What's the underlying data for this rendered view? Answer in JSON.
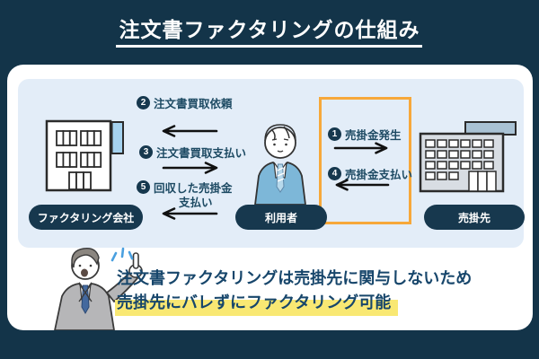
{
  "page": {
    "title": "注文書ファクタリングの仕組み"
  },
  "colors": {
    "background": "#133449",
    "card": "#ffffff",
    "diagram_panel": "#e3edf8",
    "entity_pill": "#17384e",
    "flow_label_text": "#1d4a63",
    "orange_box_border": "#f7a83a",
    "note_text": "#17466b",
    "highlight": "#f9e873"
  },
  "diagram": {
    "entities": {
      "factoring_company": {
        "label": "ファクタリング会社"
      },
      "user": {
        "label": "利用者"
      },
      "client": {
        "label": "売掛先"
      }
    },
    "left_flows": [
      {
        "step": "2",
        "label": "注文書買取依頼",
        "direction": "left"
      },
      {
        "step": "3",
        "label": "注文書買取支払い",
        "direction": "right"
      },
      {
        "step": "5",
        "label": "回収した売掛金",
        "label_line2": "支払い",
        "direction": "left"
      }
    ],
    "right_flows": [
      {
        "step": "1",
        "label": "売掛金発生",
        "direction": "right"
      },
      {
        "step": "4",
        "label": "売掛金支払い",
        "direction": "left"
      }
    ]
  },
  "note": {
    "line1": "注文書ファクタリングは売掛先に関与しないため",
    "line2_highlighted": "売掛先にバレずにファクタリング可能"
  }
}
